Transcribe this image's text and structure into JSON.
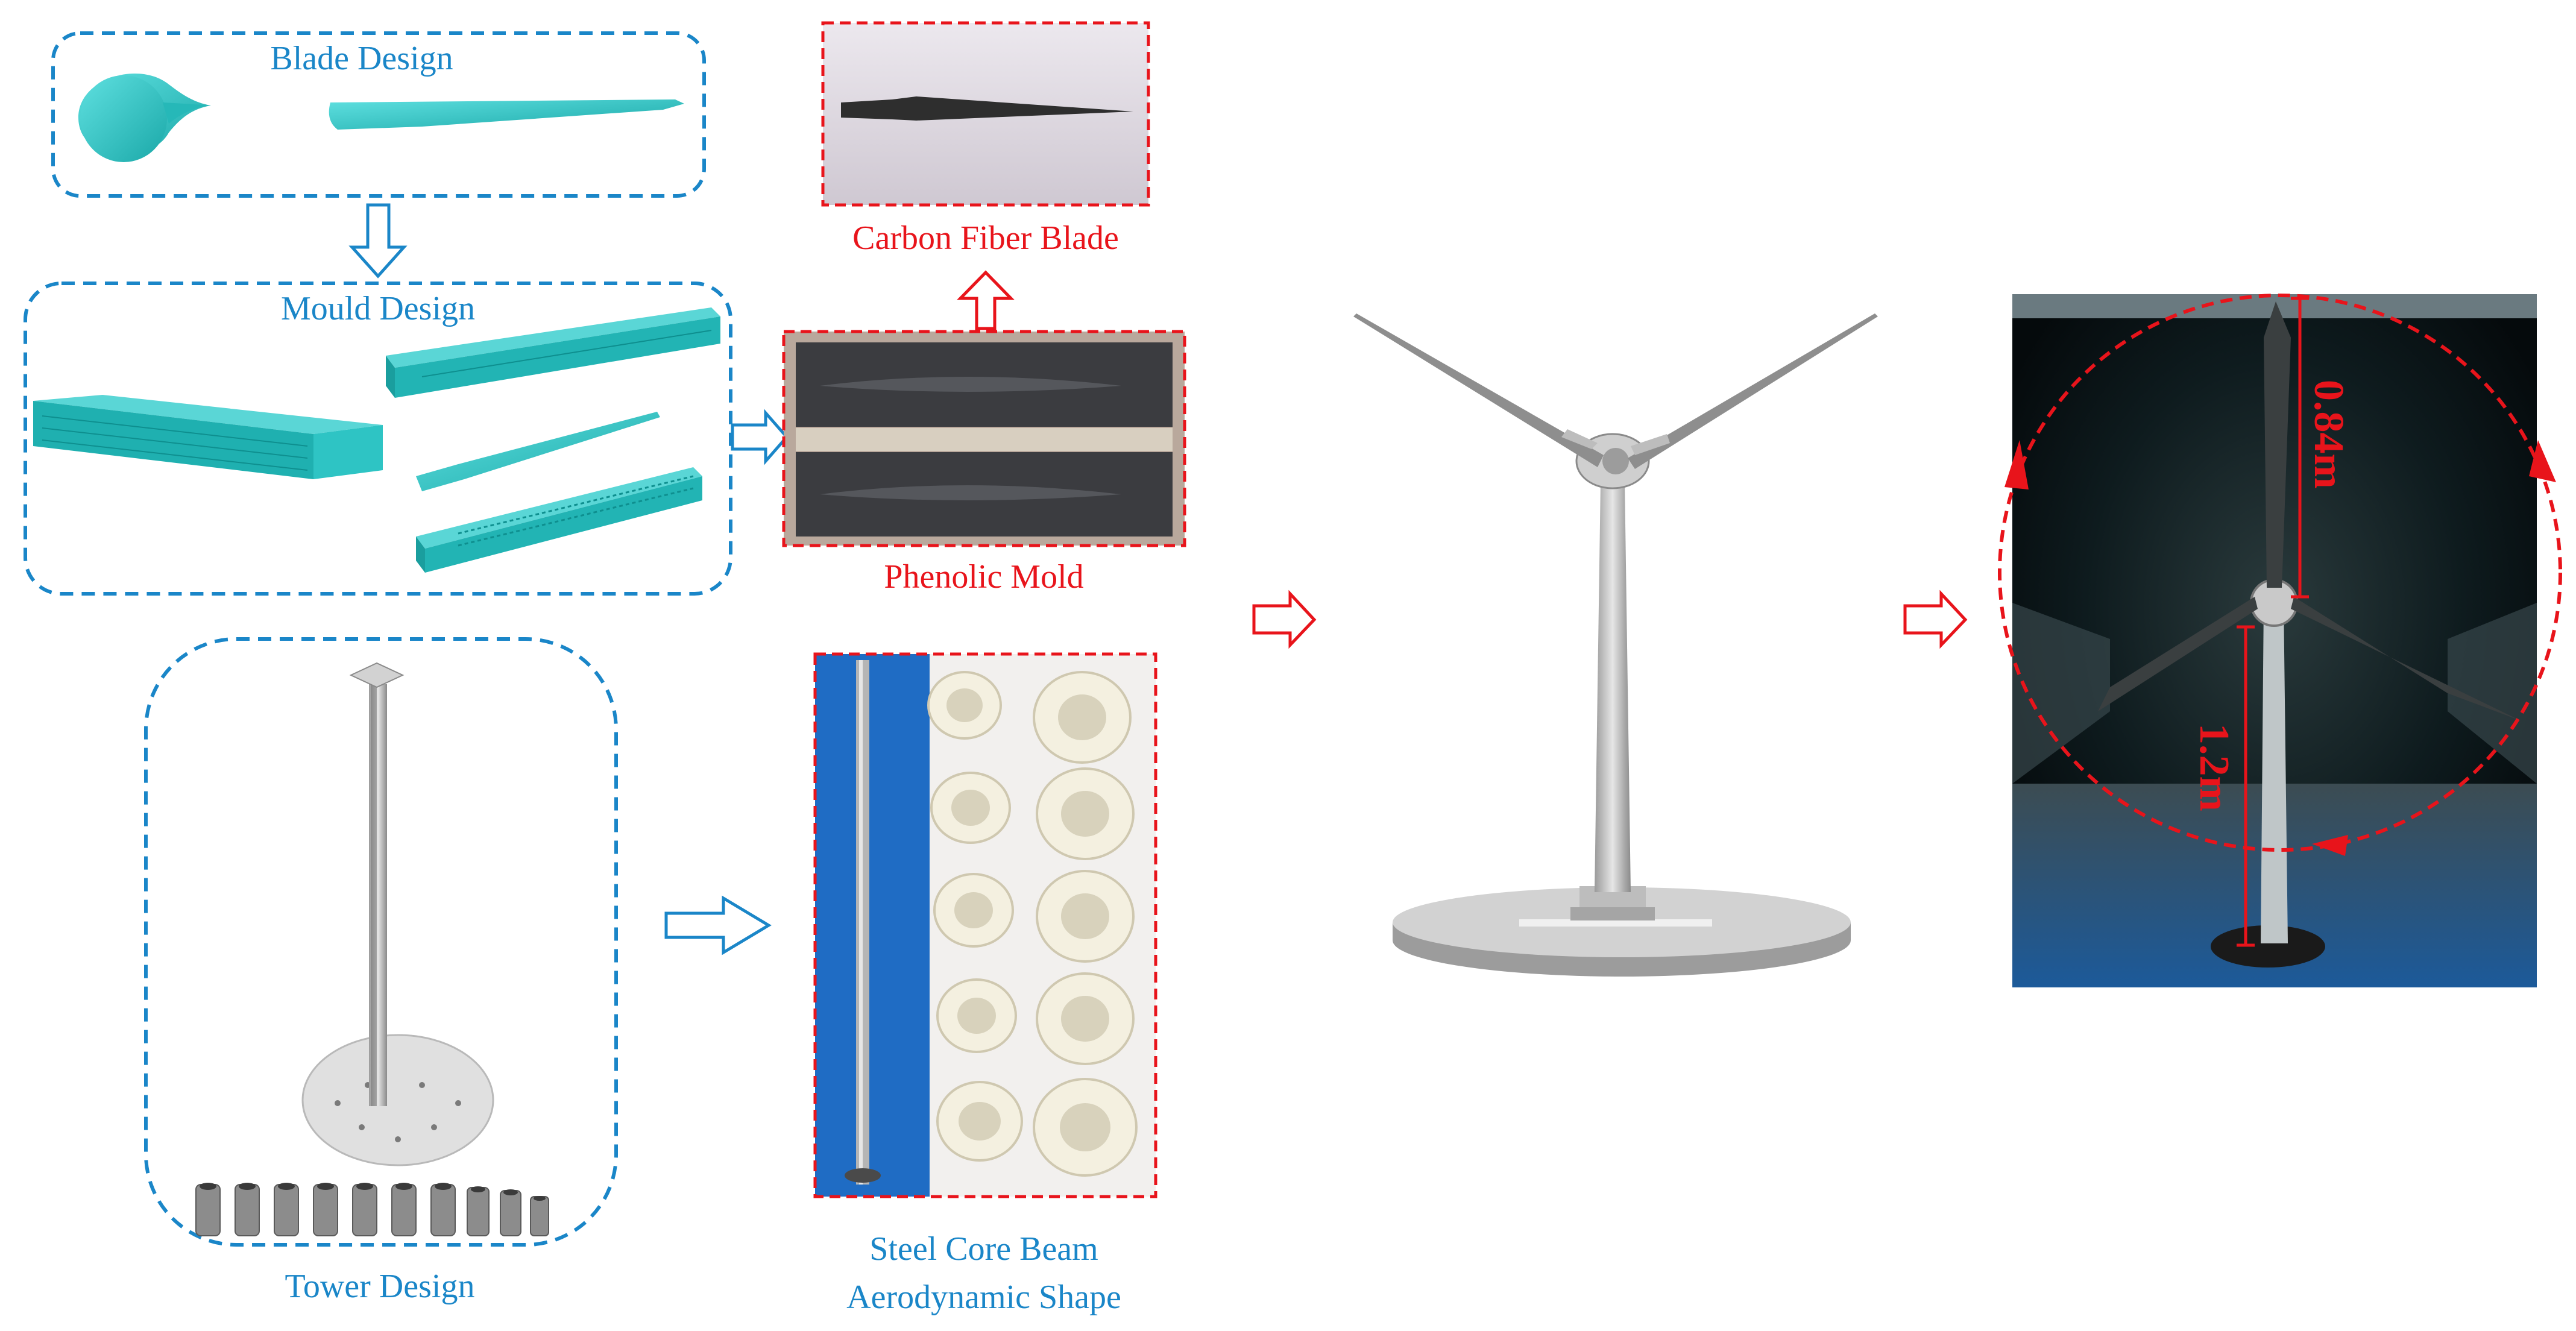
{
  "labels": {
    "blade_design": "Blade Design",
    "mould_design": "Mould Design",
    "tower_design": "Tower Design",
    "carbon_fiber_blade": "Carbon Fiber Blade",
    "phenolic_mold": "Phenolic Mold",
    "steel_core_beam": "Steel Core Beam",
    "aerodynamic_shape": "Aerodynamic Shape",
    "dim_rotor": "0.84m",
    "dim_tower": "1.2m"
  },
  "colors": {
    "design_blue": "#1a86c8",
    "cad_cyan": "#2ec4c4",
    "manufacturing_red": "#e8141b"
  }
}
